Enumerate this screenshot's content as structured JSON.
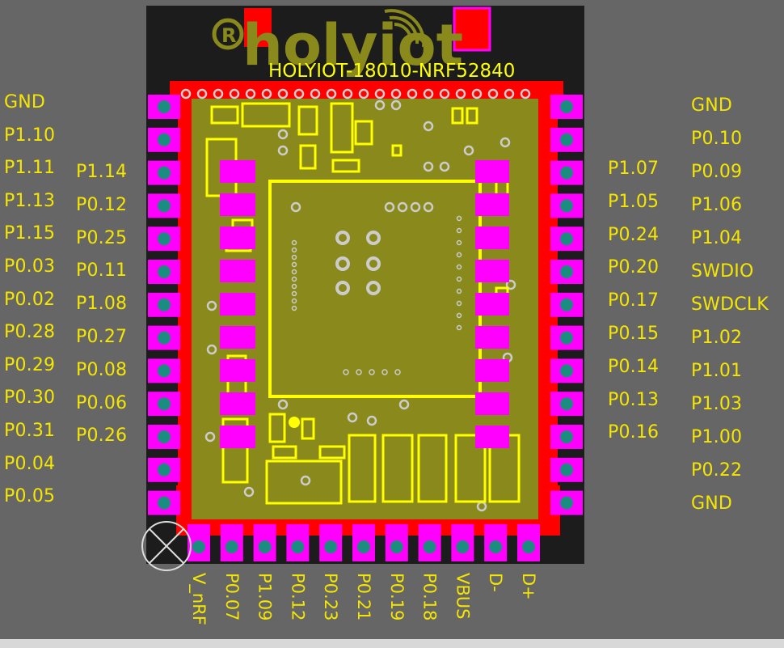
{
  "board": {
    "title": "HOLYIOT-18010-NRF52840",
    "logo_text": "holyiot",
    "logo_mark": "R"
  },
  "colors": {
    "background": "#666666",
    "board": "#1c1c1c",
    "pad": "#ff00ff",
    "pad_center": "#1a8c80",
    "copper": "#8a8a1c",
    "silk": "#ffff00",
    "red": "#ff0000"
  },
  "labels": {
    "left_outer": [
      "GND",
      "P1.10",
      "P1.11",
      "P1.13",
      "P1.15",
      "P0.03",
      "P0.02",
      "P0.28",
      "P0.29",
      "P0.30",
      "P0.31",
      "P0.04",
      "P0.05"
    ],
    "left_inner": [
      "P1.14",
      "P0.12",
      "P0.25",
      "P0.11",
      "P1.08",
      "P0.27",
      "P0.08",
      "P0.06",
      "P0.26"
    ],
    "right_inner": [
      "P1.07",
      "P1.05",
      "P0.24",
      "P0.20",
      "P0.17",
      "P0.15",
      "P0.14",
      "P0.13",
      "P0.16"
    ],
    "right_outer": [
      "GND",
      "P0.10",
      "P0.09",
      "P1.06",
      "P1.04",
      "SWDIO",
      "SWDCLK",
      "P1.02",
      "P1.01",
      "P1.03",
      "P1.00",
      "P0.22",
      "GND"
    ],
    "bottom": [
      "V_nRF",
      "P0.07",
      "P1.09",
      "P0.12",
      "P0.23",
      "P0.21",
      "P0.19",
      "P0.18",
      "VBUS",
      "D-",
      "D+"
    ]
  }
}
